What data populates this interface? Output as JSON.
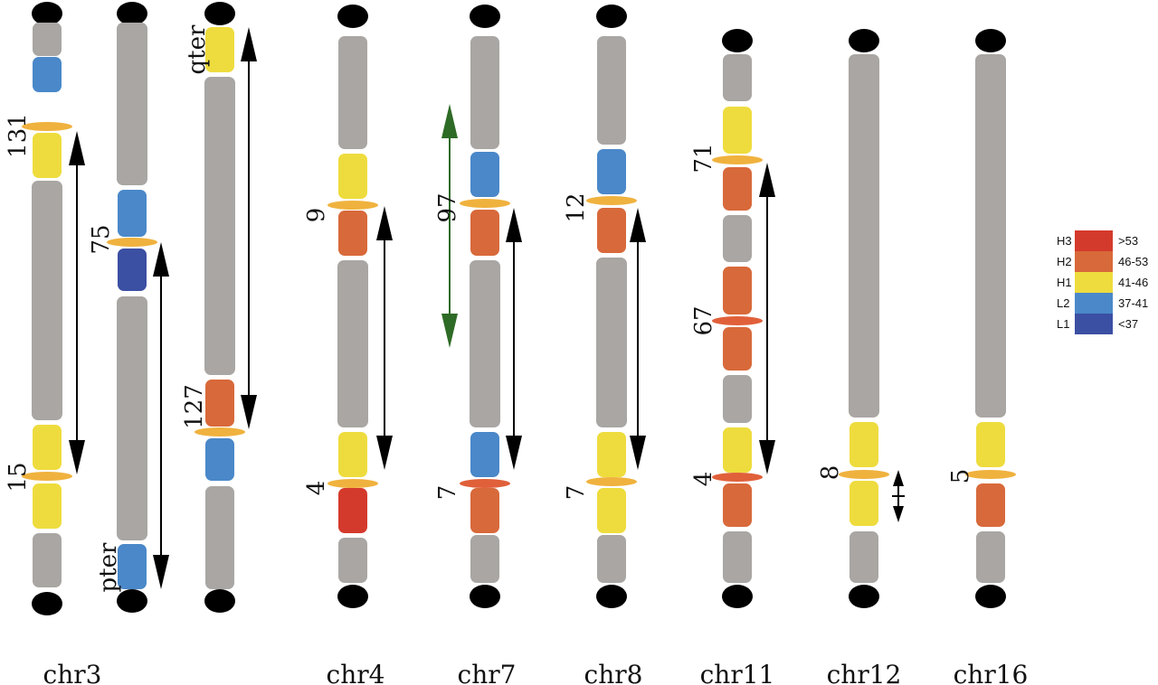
{
  "colors": {
    "gray": "#a9a6a3",
    "L1": "#3b4fa3",
    "L2": "#4a88c9",
    "H1": "#eedc3e",
    "H2": "#d8693a",
    "H3": "#d43a2c",
    "break": "#f0b23e",
    "breakRed": "#e0603a",
    "centromere": "#000000",
    "arrow": "#000000",
    "green_arrow": "#2e6b26"
  },
  "chromosome_labels": [
    "chr3",
    "chr4",
    "chr7",
    "chr8",
    "chr11",
    "chr12",
    "chr16"
  ],
  "breakpoint_labels": [
    "131",
    "15",
    "75",
    "pter",
    "qter",
    "127",
    "9",
    "4",
    "97",
    "7",
    "12",
    "7",
    "71",
    "67",
    "4",
    "8",
    "5"
  ],
  "legend": [
    {
      "class": "H3",
      "range": ">53",
      "color": "#d43a2c"
    },
    {
      "class": "H2",
      "range": "46-53",
      "color": "#d8693a"
    },
    {
      "class": "H1",
      "range": "41-46",
      "color": "#eedc3e"
    },
    {
      "class": "L2",
      "range": "37-41",
      "color": "#4a88c9"
    },
    {
      "class": "L1",
      "range": "<37",
      "color": "#3b4fa3"
    }
  ]
}
